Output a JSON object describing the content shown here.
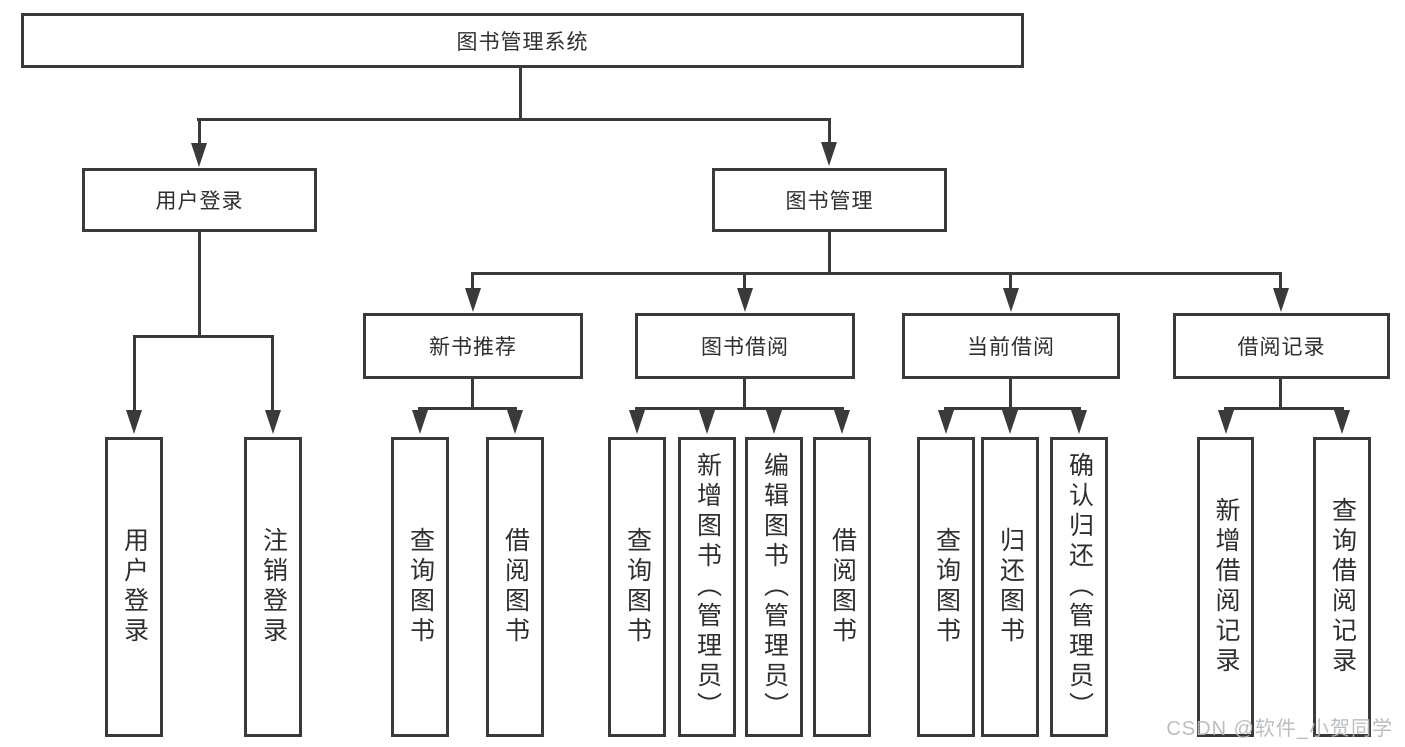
{
  "tree": {
    "label": "图书管理系统",
    "children": [
      {
        "label": "用户登录",
        "children": [
          {
            "label": "用户登录"
          },
          {
            "label": "注销登录"
          }
        ]
      },
      {
        "label": "图书管理",
        "children": [
          {
            "label": "新书推荐",
            "children": [
              {
                "label": "查询图书"
              },
              {
                "label": "借阅图书"
              }
            ]
          },
          {
            "label": "图书借阅",
            "children": [
              {
                "label": "查询图书"
              },
              {
                "label": "新增图书（管理员）"
              },
              {
                "label": "编辑图书（管理员）"
              },
              {
                "label": "借阅图书"
              }
            ]
          },
          {
            "label": "当前借阅",
            "children": [
              {
                "label": "查询图书"
              },
              {
                "label": "归还图书"
              },
              {
                "label": "确认归还（管理员）"
              }
            ]
          },
          {
            "label": "借阅记录",
            "children": [
              {
                "label": "新增借阅记录"
              },
              {
                "label": "查询借阅记录"
              }
            ]
          }
        ]
      }
    ]
  },
  "watermark": {
    "text": "CSDN @软件_小贺同学"
  },
  "colors": {
    "line": "#3a3a3a",
    "text": "#2f2f2f",
    "background": "#ffffff",
    "watermark": "#b4b7bb"
  }
}
